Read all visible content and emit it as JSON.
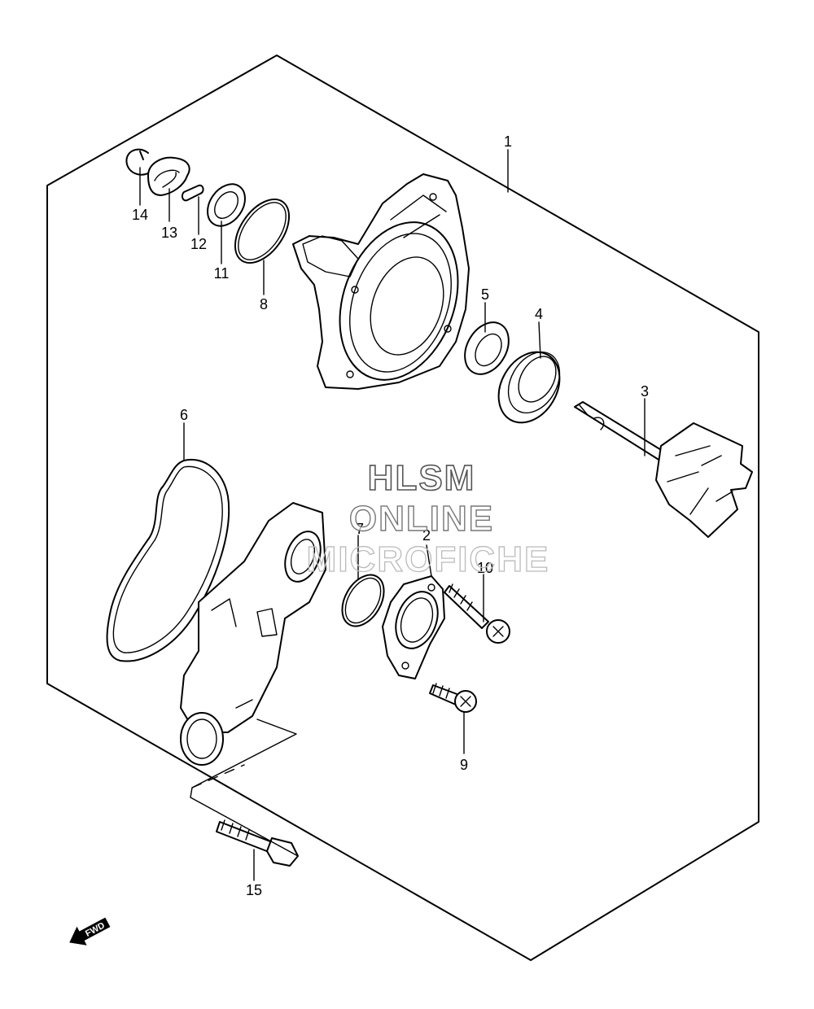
{
  "diagram": {
    "callouts": [
      {
        "id": "c1",
        "text": "1"
      },
      {
        "id": "c2",
        "text": "2"
      },
      {
        "id": "c3",
        "text": "3"
      },
      {
        "id": "c4",
        "text": "4"
      },
      {
        "id": "c5",
        "text": "5"
      },
      {
        "id": "c6",
        "text": "6"
      },
      {
        "id": "c7",
        "text": "7"
      },
      {
        "id": "c8",
        "text": "8"
      },
      {
        "id": "c9",
        "text": "9"
      },
      {
        "id": "c10",
        "text": "10"
      },
      {
        "id": "c11",
        "text": "11"
      },
      {
        "id": "c12",
        "text": "12"
      },
      {
        "id": "c13",
        "text": "13"
      },
      {
        "id": "c14",
        "text": "14"
      },
      {
        "id": "c15",
        "text": "15"
      }
    ],
    "watermark": {
      "line1": "HLSM",
      "line2": "ONLINE",
      "line3": "MICROFICHE"
    },
    "direction_label": "FWD"
  }
}
